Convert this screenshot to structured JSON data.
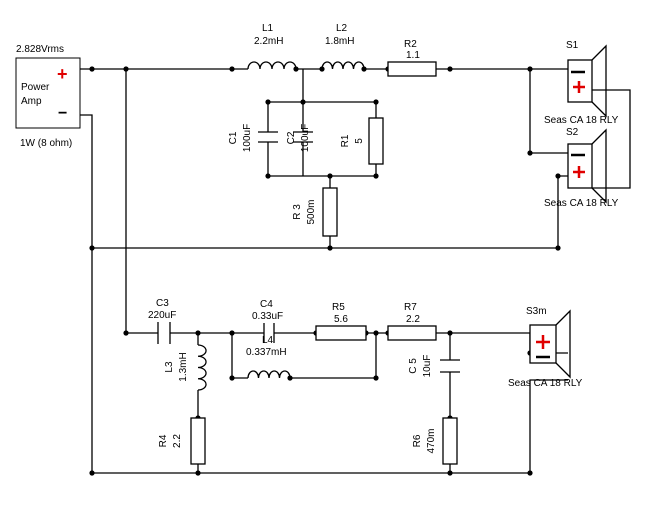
{
  "amp": {
    "voltage": "2.828Vrms",
    "label_line1": "Power",
    "label_line2": "Amp",
    "rating": "1W (8 ohm)",
    "plus": "+",
    "minus": "−"
  },
  "components": {
    "L1": {
      "ref": "L1",
      "value": "2.2mH"
    },
    "L2": {
      "ref": "L2",
      "value": "1.8mH"
    },
    "R2": {
      "ref": "R2",
      "value": "1.1"
    },
    "C1": {
      "ref": "C1",
      "value": "100uF"
    },
    "C2": {
      "ref": "C2",
      "value": "100uF"
    },
    "R1": {
      "ref": "R1",
      "value": "5"
    },
    "R3": {
      "ref": "R 3",
      "value": "500m"
    },
    "C3": {
      "ref": "C3",
      "value": "220uF"
    },
    "C4": {
      "ref": "C4",
      "value": "0.33uF"
    },
    "L4": {
      "ref": "L4",
      "value": "0.337mH"
    },
    "R5": {
      "ref": "R5",
      "value": "5.6"
    },
    "R7": {
      "ref": "R7",
      "value": "2.2"
    },
    "L3": {
      "ref": "L3",
      "value": "1.3mH"
    },
    "C5": {
      "ref": "C 5",
      "value": "10uF"
    },
    "R4": {
      "ref": "R4",
      "value": "2.2"
    },
    "R6": {
      "ref": "R6",
      "value": "470m"
    }
  },
  "speakers": {
    "S1": {
      "ref": "S1",
      "model": "Seas CA 18 RLY"
    },
    "S2": {
      "ref": "S2",
      "model": "Seas CA 18 RLY"
    },
    "S3": {
      "ref": "S3m",
      "model": "Seas CA 18 RLY"
    }
  }
}
